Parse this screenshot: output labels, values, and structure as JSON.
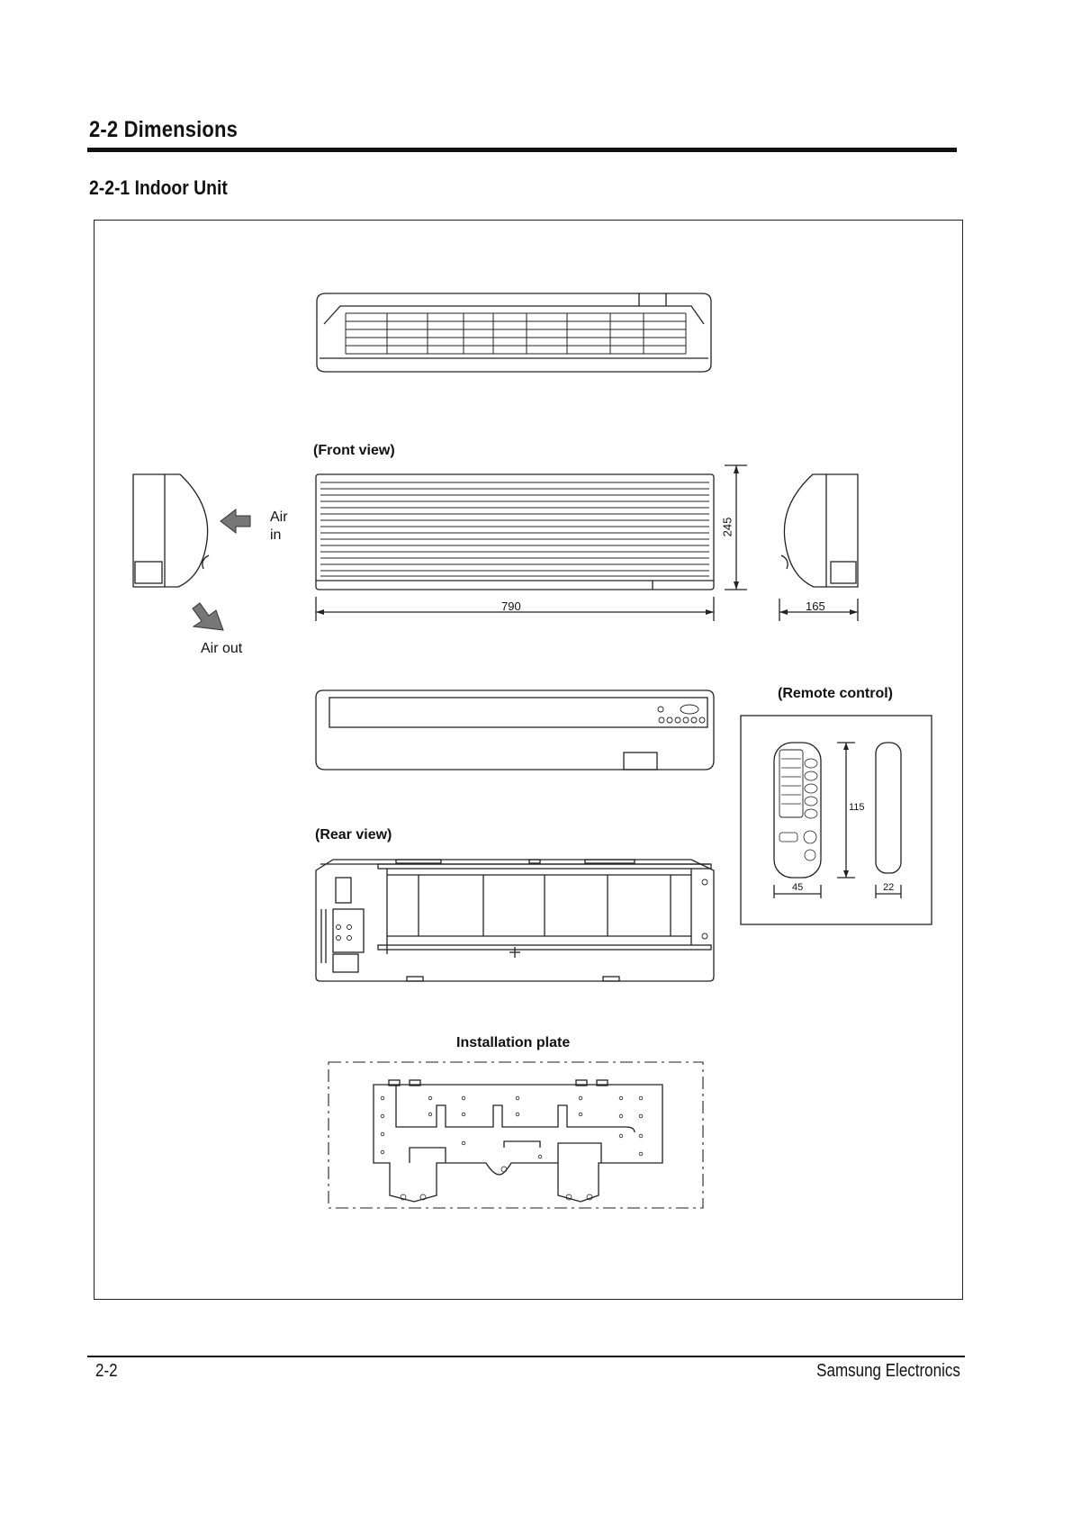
{
  "header": {
    "title": "2-2 Dimensions",
    "subtitle": "2-2-1 Indoor Unit"
  },
  "labels": {
    "front_view": "(Front view)",
    "rear_view": "(Rear view)",
    "remote_control": "(Remote control)",
    "installation_plate": "Installation plate",
    "air_in_1": "Air",
    "air_in_2": "in",
    "air_out": "Air out"
  },
  "dimensions": {
    "width": "790",
    "height": "245",
    "depth": "165",
    "remote_height": "115",
    "remote_width": "45",
    "remote_depth": "22"
  },
  "footer": {
    "page": "2-2",
    "company": "Samsung Electronics"
  }
}
